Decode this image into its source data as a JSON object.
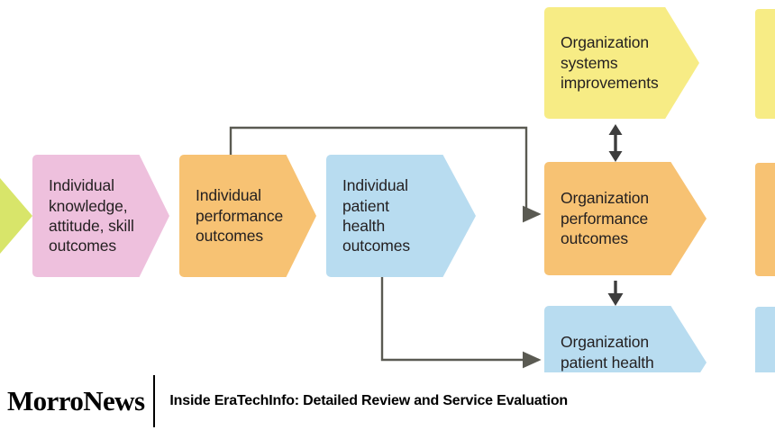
{
  "diagram": {
    "type": "flowchart",
    "nodes": [
      {
        "id": "green-input",
        "label": "",
        "color": "#d8e56a",
        "shape": "chevron",
        "cropped": true
      },
      {
        "id": "individual-knowledge",
        "label": "Individual\nknowledge,\nattitude, skill\noutcomes",
        "color": "#eec0dd",
        "shape": "chevron"
      },
      {
        "id": "individual-performance",
        "label": "Individual\nperformance\noutcomes",
        "color": "#f7c273",
        "shape": "chevron"
      },
      {
        "id": "individual-patient-health",
        "label": "Individual\npatient\nhealth\noutcomes",
        "color": "#b8dcf0",
        "shape": "chevron"
      },
      {
        "id": "organization-systems",
        "label": "Organization\nsystems\nimprovements",
        "color": "#f7ec85",
        "shape": "chevron"
      },
      {
        "id": "organization-performance",
        "label": "Organization\nperformance\noutcomes",
        "color": "#f7c273",
        "shape": "chevron"
      },
      {
        "id": "organization-patient-health",
        "label": "Organization\npatient health\noutcomes",
        "color": "#b8dcf0",
        "shape": "chevron",
        "cropped": true
      }
    ],
    "edge_color": "#5a5a52",
    "edges": [
      {
        "from": "individual-performance",
        "to": "organization-performance",
        "style": "elbow-up-right-down",
        "arrow": "single"
      },
      {
        "from": "individual-patient-health",
        "to": "organization-patient-health",
        "style": "elbow-down-right",
        "arrow": "single"
      },
      {
        "from": "organization-systems",
        "to": "organization-performance",
        "style": "vertical",
        "arrow": "double"
      },
      {
        "from": "organization-performance",
        "to": "organization-patient-health",
        "style": "vertical",
        "arrow": "single"
      }
    ],
    "cropped_strips": [
      {
        "id": "strip-yellow",
        "color": "#f7ec85"
      },
      {
        "id": "strip-orange",
        "color": "#f7c273"
      },
      {
        "id": "strip-blue",
        "color": "#b8dcf0"
      }
    ]
  },
  "banner": {
    "logo": "MorroNews",
    "headline": "Inside EraTechInfo: Detailed Review and Service Evaluation"
  }
}
